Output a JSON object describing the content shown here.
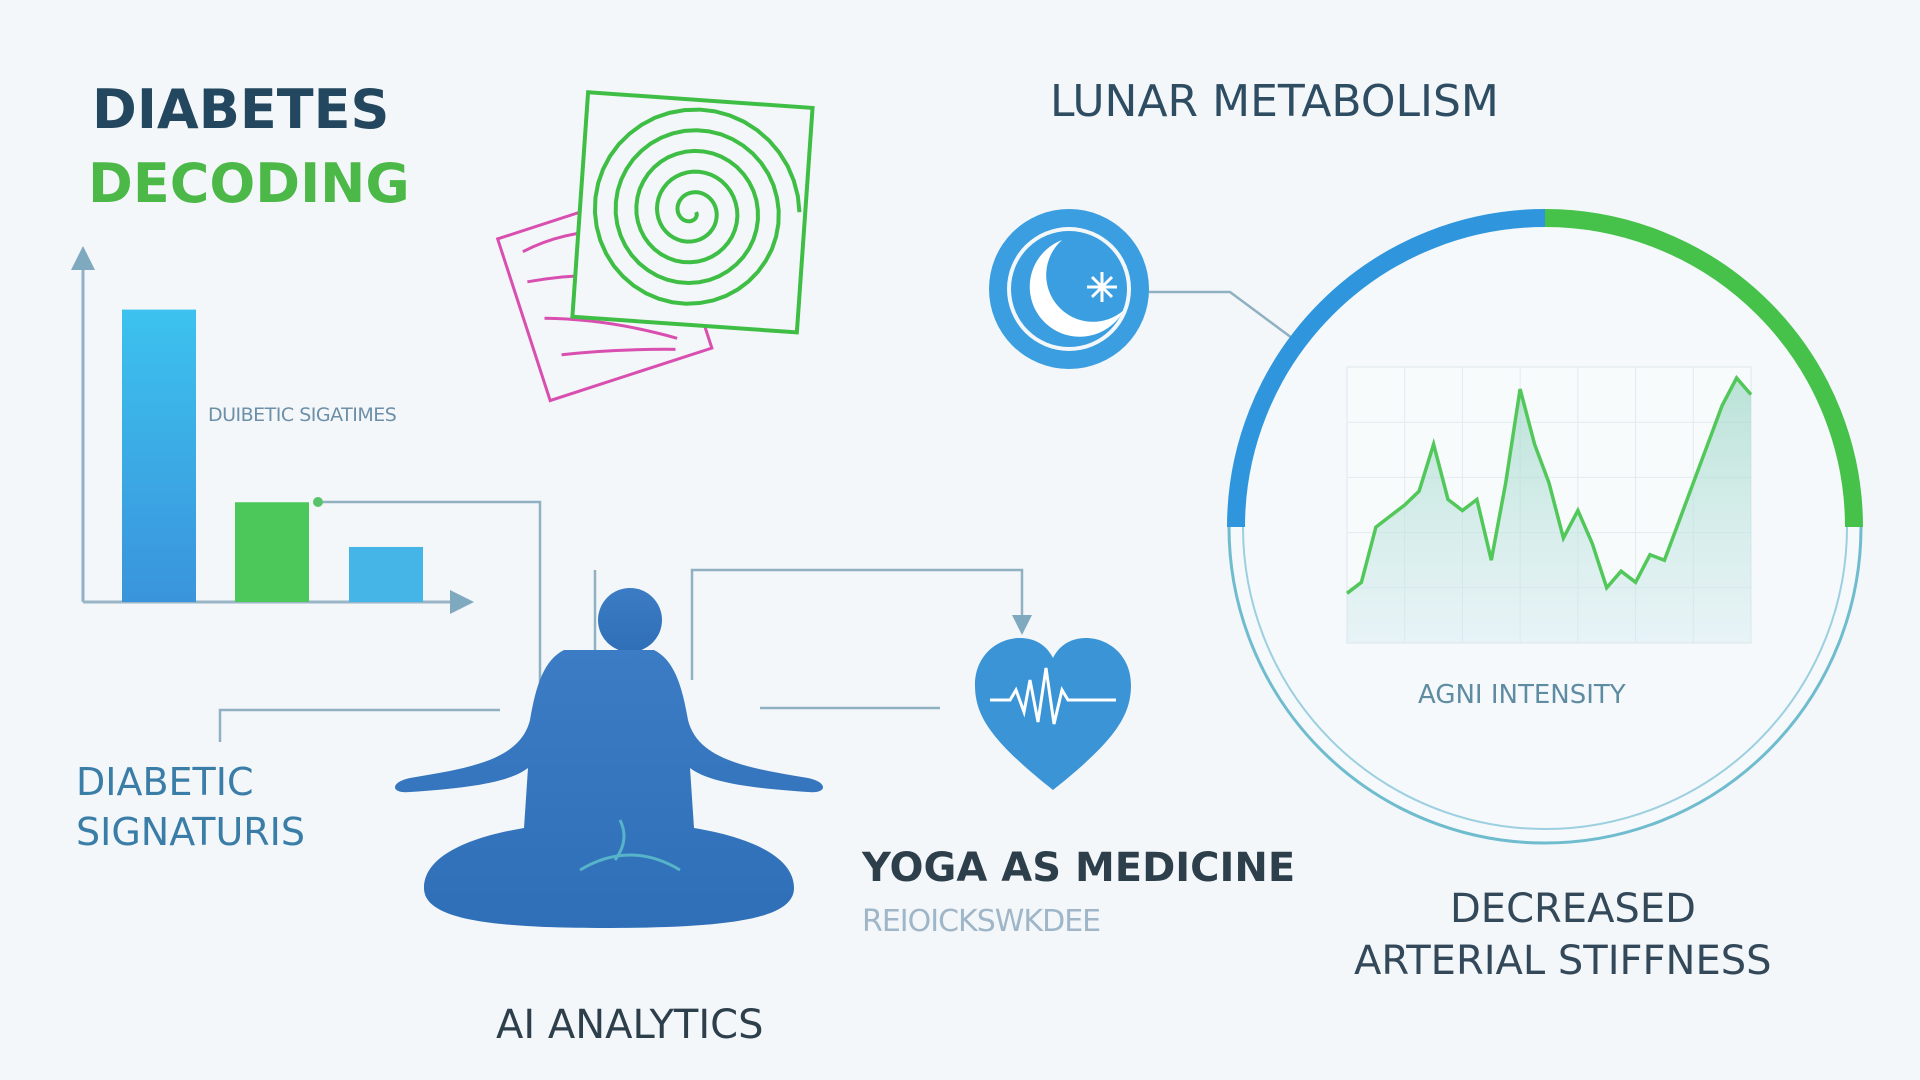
{
  "title": {
    "line1": "DIABETES",
    "line2": "DECODING"
  },
  "bar_chart_label": "DUIBETIC SIGATIMES",
  "lunar": {
    "title": "LUNAR METABOLISM",
    "icon": "moon-icon"
  },
  "agni": {
    "label": "AGNI INTENSITY"
  },
  "diabetic_signatures": {
    "line1": "DIABETIC",
    "line2": "SIGNATURIS"
  },
  "yoga": {
    "title": "YOGA AS MEDICINE",
    "subtitle": "REIOICKSWKDEE",
    "icon": "heart-pulse-icon"
  },
  "ai_analytics": "AI ANALYTICS",
  "outcome": {
    "line1": "DECREASED",
    "line2": "ARTERIAL STIFFNESS"
  },
  "colors": {
    "blue": "#3a9ee0",
    "green": "#4cc24a",
    "navy": "#22475e",
    "pink": "#d94fb0"
  },
  "chart_data": [
    {
      "type": "bar",
      "categories": [
        "",
        "",
        ""
      ],
      "values": [
        85,
        29,
        16
      ],
      "ylim": [
        0,
        100
      ],
      "colors": [
        "#3aa6e3",
        "#4cc85a",
        "#45b4e6"
      ],
      "grid": false
    },
    {
      "type": "area",
      "x": [
        0,
        1,
        2,
        3,
        4,
        5,
        6,
        7,
        8,
        9,
        10,
        11,
        12,
        13,
        14,
        15,
        16,
        17,
        18,
        19,
        20,
        21,
        22,
        23,
        24,
        25,
        26,
        27,
        28
      ],
      "y": [
        18,
        22,
        42,
        46,
        50,
        55,
        72,
        52,
        48,
        52,
        30,
        58,
        92,
        72,
        58,
        38,
        48,
        36,
        20,
        26,
        22,
        32,
        30,
        44,
        58,
        72,
        86,
        96,
        90
      ],
      "ylim": [
        0,
        100
      ],
      "grid": true
    }
  ]
}
